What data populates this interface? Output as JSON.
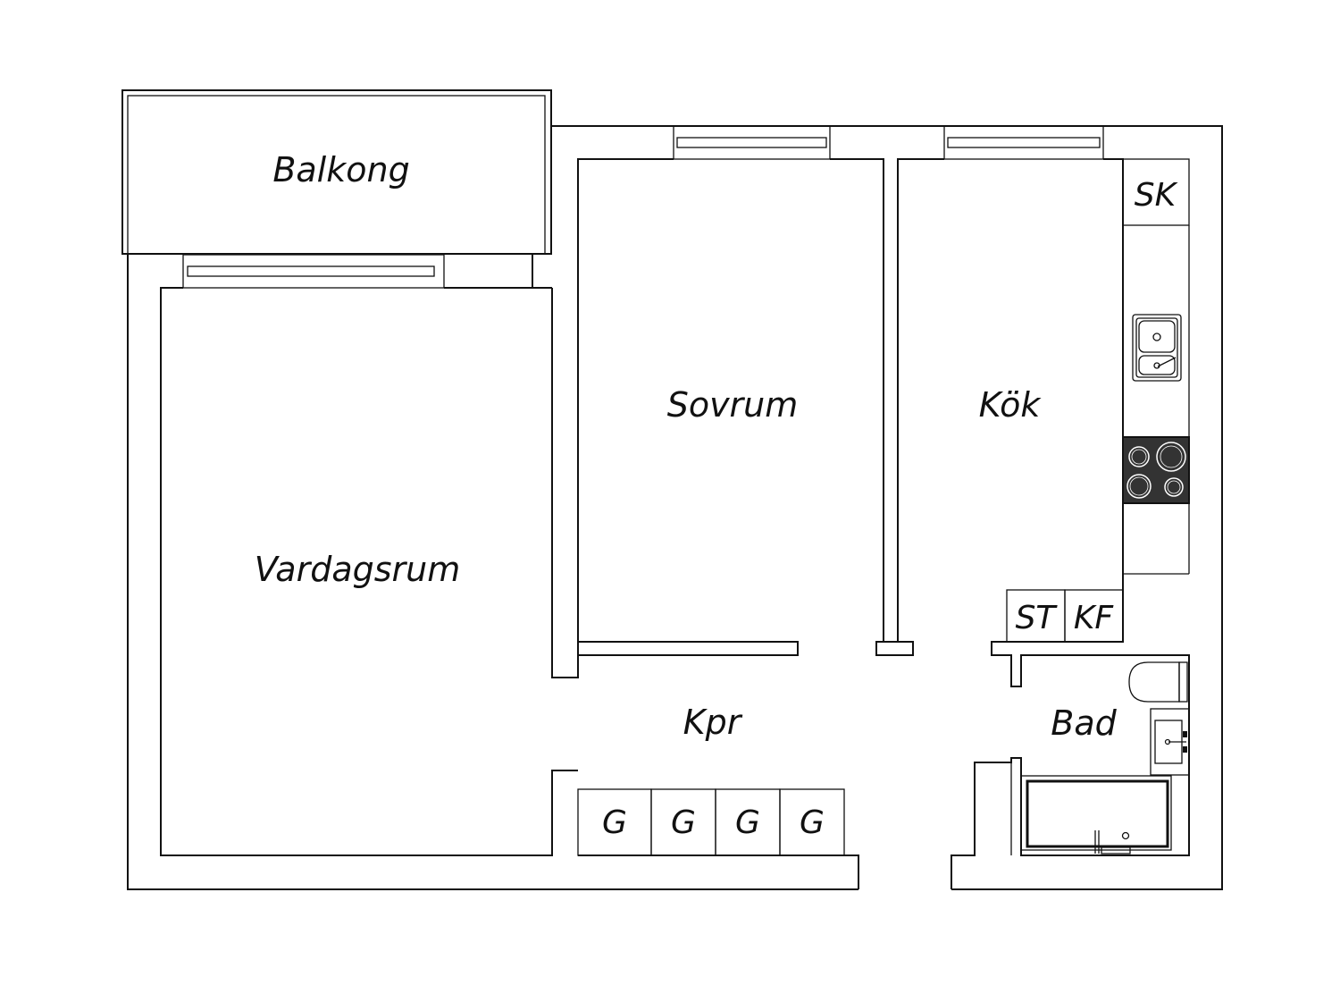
{
  "rooms": {
    "balcony": "Balkong",
    "living_room": "Vardagsrum",
    "bedroom": "Sovrum",
    "kitchen": "Kök",
    "hallway": "Kpr",
    "bathroom": "Bad"
  },
  "fixtures": {
    "cabinet_sk": "SK",
    "cabinet_st": "ST",
    "fridge_freezer_kf": "KF",
    "wardrobes": [
      "G",
      "G",
      "G",
      "G"
    ]
  },
  "colors": {
    "line": "#111111",
    "background": "#ffffff",
    "stove": "#333333"
  }
}
